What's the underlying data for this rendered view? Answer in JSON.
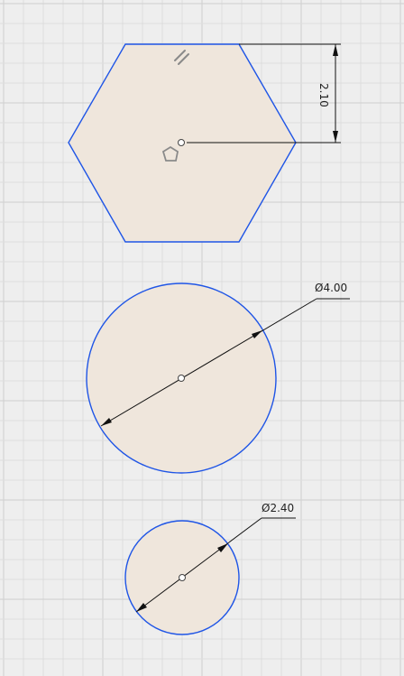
{
  "canvas": {
    "background_color": "#eeeeee",
    "grid_minor_color": "#dddddd",
    "grid_major_color": "#cfcfcf"
  },
  "style": {
    "profile_fill": "#efe6dc",
    "sketch_line": "#1f55e6",
    "dimension_line": "#111111",
    "constraint_icon": "#8a8a8a",
    "center_point_stroke": "#444444"
  },
  "hexagon": {
    "dimension_label": "2.10",
    "constraint_icons": [
      "parallel-constraint-icon",
      "polygon-constraint-icon"
    ]
  },
  "circle_large": {
    "dimension_label": "Ø4.00"
  },
  "circle_small": {
    "dimension_label": "Ø2.40"
  }
}
